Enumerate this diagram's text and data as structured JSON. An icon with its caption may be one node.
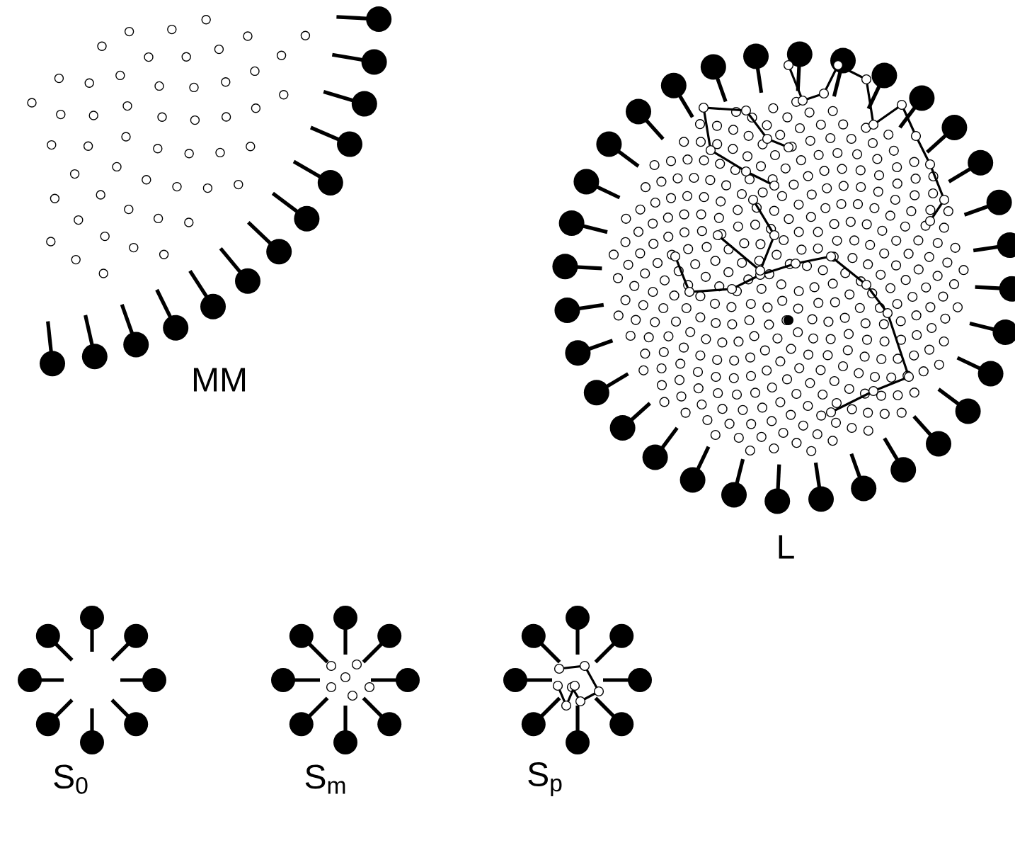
{
  "diagram": {
    "labels": [
      "MM",
      "L",
      "S$_{0}$",
      "S$_{m}$",
      "S$_{p}$"
    ]
  }
}
